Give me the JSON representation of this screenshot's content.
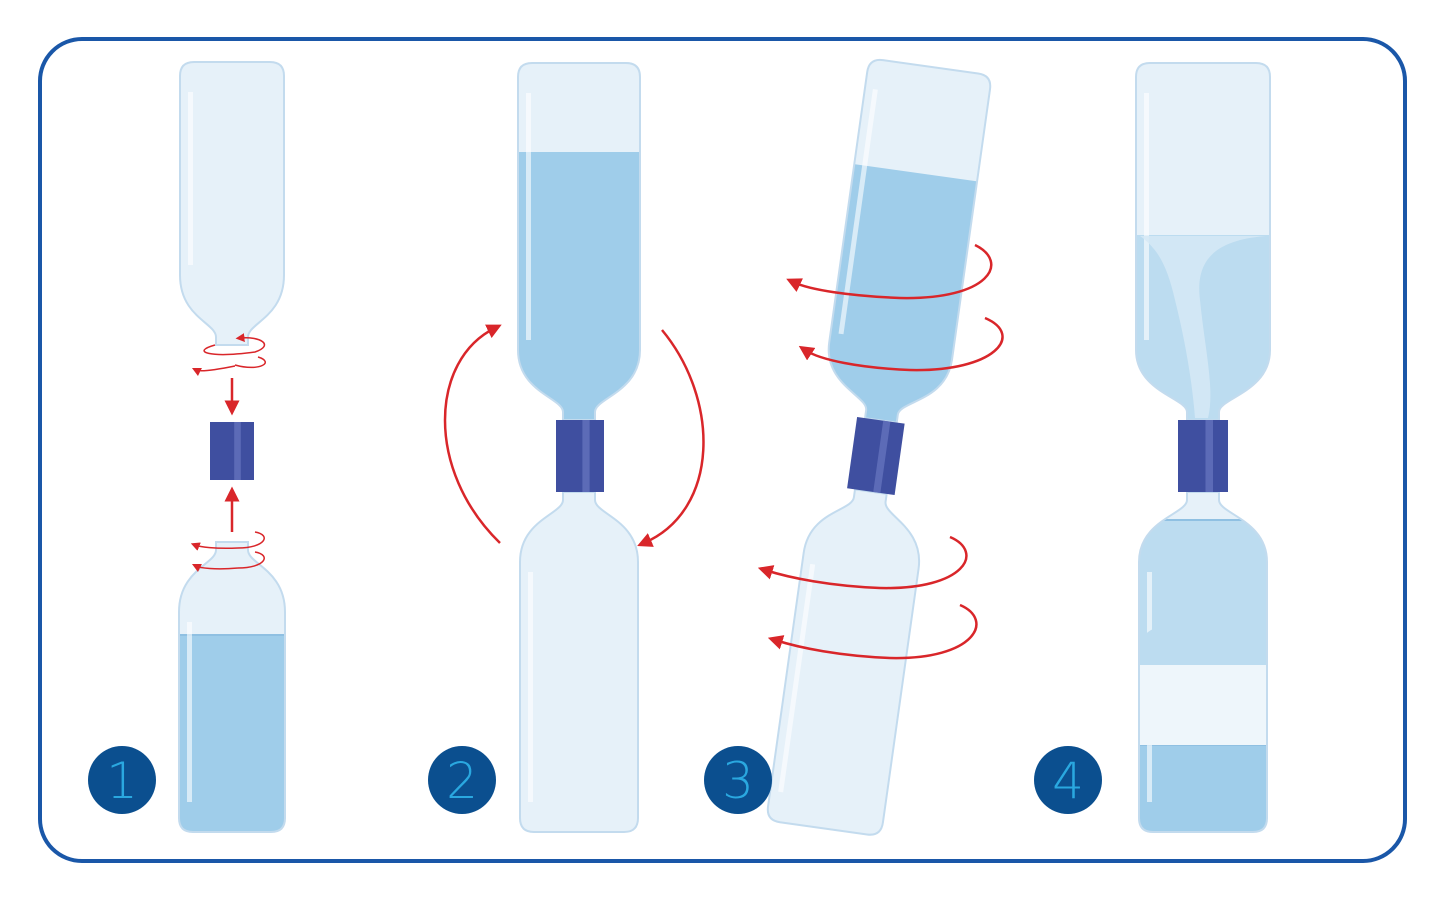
{
  "steps": [
    {
      "number": "1",
      "description_icon": "bottles-separated-with-connector"
    },
    {
      "number": "2",
      "description_icon": "bottles-joined-flip"
    },
    {
      "number": "3",
      "description_icon": "bottles-swirl"
    },
    {
      "number": "4",
      "description_icon": "water-vortex"
    }
  ],
  "colors": {
    "frame": "#1a57a8",
    "badge_fill": "#0b4f8f",
    "badge_text": "#2aa8e0",
    "bottle": "#e6f1f9",
    "bottle_edge": "#c3dbee",
    "water": "#9fcdea",
    "water_light": "#bcdcf0",
    "connector": "#3f4fa0",
    "arrow": "#d9262a"
  }
}
